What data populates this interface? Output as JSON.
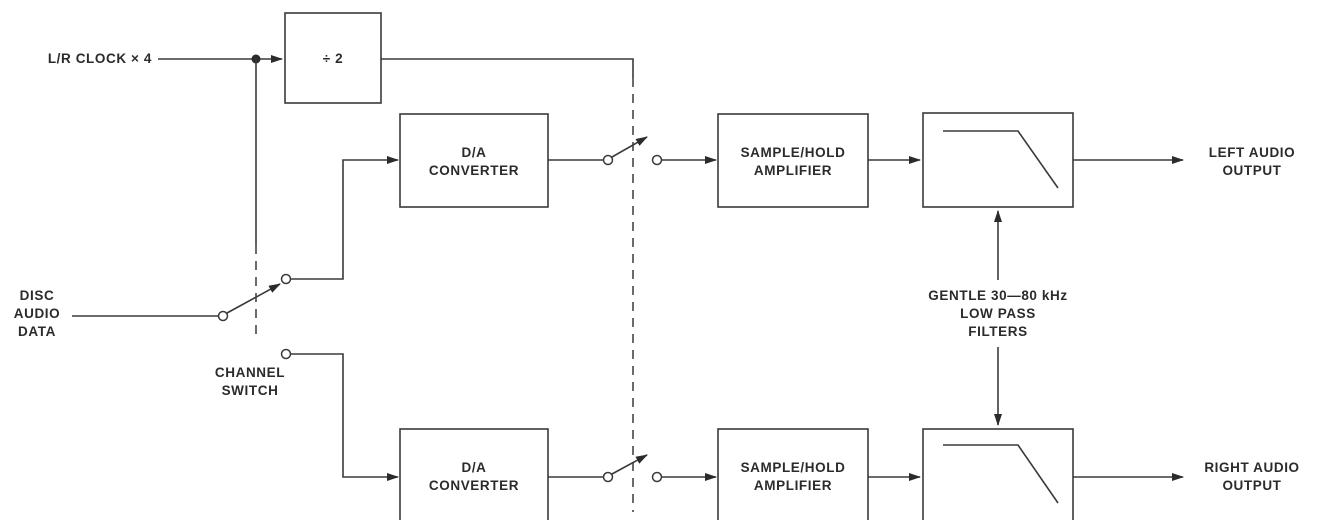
{
  "inputs": {
    "clock_label": "L/R CLOCK × 4",
    "disc_label_1": "DISC",
    "disc_label_2": "AUDIO",
    "disc_label_3": "DATA"
  },
  "divider": {
    "label": "÷ 2"
  },
  "converters": {
    "top_1": "D/A",
    "top_2": "CONVERTER",
    "bottom_1": "D/A",
    "bottom_2": "CONVERTER"
  },
  "channel_switch": {
    "label_1": "CHANNEL",
    "label_2": "SWITCH"
  },
  "sample_hold": {
    "top_1": "SAMPLE/HOLD",
    "top_2": "AMPLIFIER",
    "bottom_1": "SAMPLE/HOLD",
    "bottom_2": "AMPLIFIER"
  },
  "filters": {
    "label_1": "GENTLE 30—80 kHz",
    "label_2": "LOW PASS",
    "label_3": "FILTERS"
  },
  "outputs": {
    "left_1": "LEFT AUDIO",
    "left_2": "OUTPUT",
    "right_1": "RIGHT AUDIO",
    "right_2": "OUTPUT"
  }
}
